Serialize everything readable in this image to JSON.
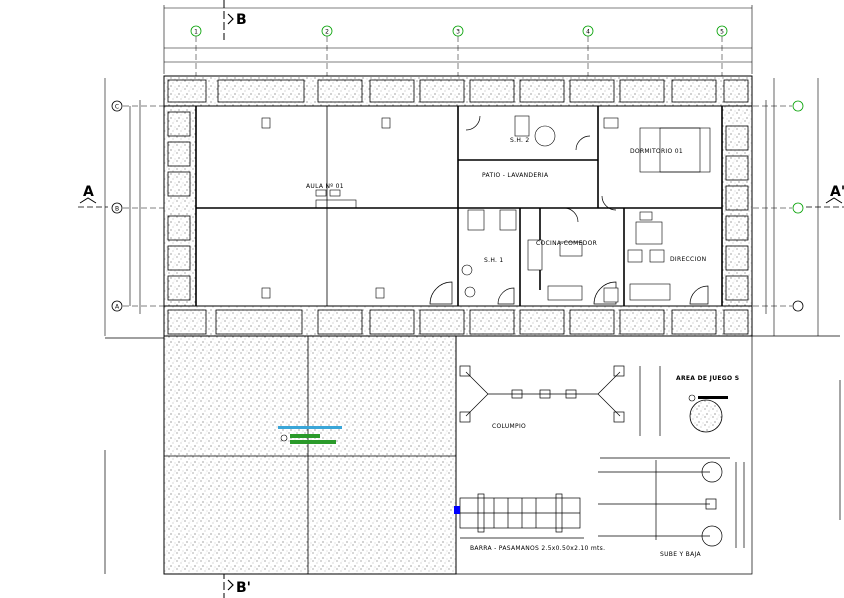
{
  "sections": {
    "top": "B",
    "bottom": "B'",
    "left": "A",
    "right": "A'"
  },
  "axes_numbers": [
    "1",
    "2",
    "3",
    "4",
    "5"
  ],
  "axes_letters": [
    "C",
    "B",
    "A"
  ],
  "rooms": {
    "aula": "AULA Nº 01",
    "patio": "PATIO - LAVANDERIA",
    "dormitorio": "DORMITORIO 01",
    "cocina": "COCINA-COMEDOR",
    "sh": "S.H. 1",
    "sh2": "S.H. 2",
    "direccion": "DIRECCION"
  },
  "play_area": {
    "title": "AREA DE JUEGO S",
    "columpio": "COLUMPIO",
    "barras": "BARRA - PASAMANOS 2.5x0.50x2.10 mts.",
    "sube_baja": "SUBE Y BAJA"
  },
  "colors": {
    "line": "#000000",
    "axis": "#00a000",
    "hatch": "#555555",
    "accent_blue": "#0000ff",
    "label_green": "#2a9a2a"
  }
}
